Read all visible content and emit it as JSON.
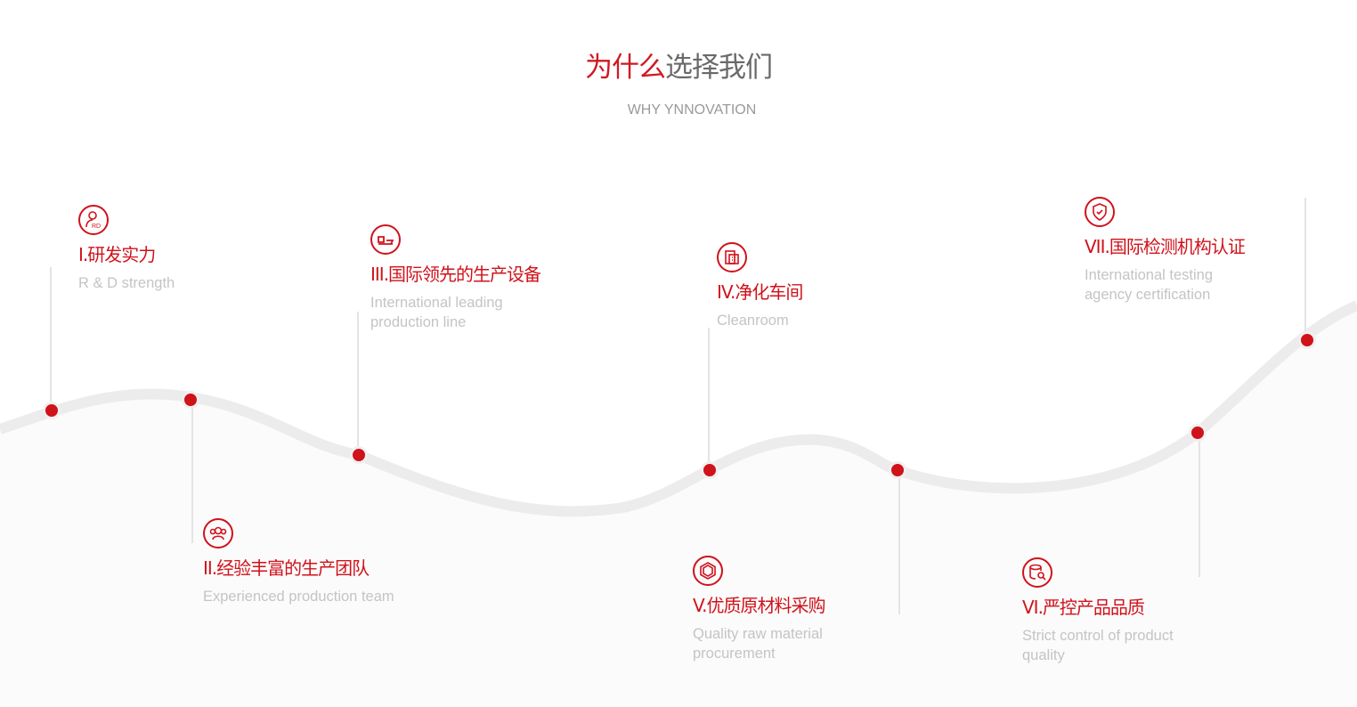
{
  "header": {
    "title_red": "为什么",
    "title_gray": "选择我们",
    "subtitle": "WHY YNNOVATION"
  },
  "items": [
    {
      "title": "I.研发实力",
      "desc": "R & D strength",
      "icon": "rd-person-icon"
    },
    {
      "title": "II.经验丰富的生产团队",
      "desc": "Experienced production team",
      "icon": "team-icon"
    },
    {
      "title": "III.国际领先的生产设备",
      "desc": "International leading production line",
      "icon": "machine-icon"
    },
    {
      "title": "IV.净化车间",
      "desc": "Cleanroom",
      "icon": "building-icon"
    },
    {
      "title": "V.优质原材料采购",
      "desc": "Quality raw material procurement",
      "icon": "hexagon-icon"
    },
    {
      "title": "VI.严控产品品质",
      "desc": "Strict control of product quality",
      "icon": "database-search-icon"
    },
    {
      "title": "VII.国际检测机构认证",
      "desc": "International testing agency certification",
      "icon": "shield-check-icon"
    }
  ],
  "colors": {
    "accent": "#d0121b",
    "curve": "#ececec"
  }
}
